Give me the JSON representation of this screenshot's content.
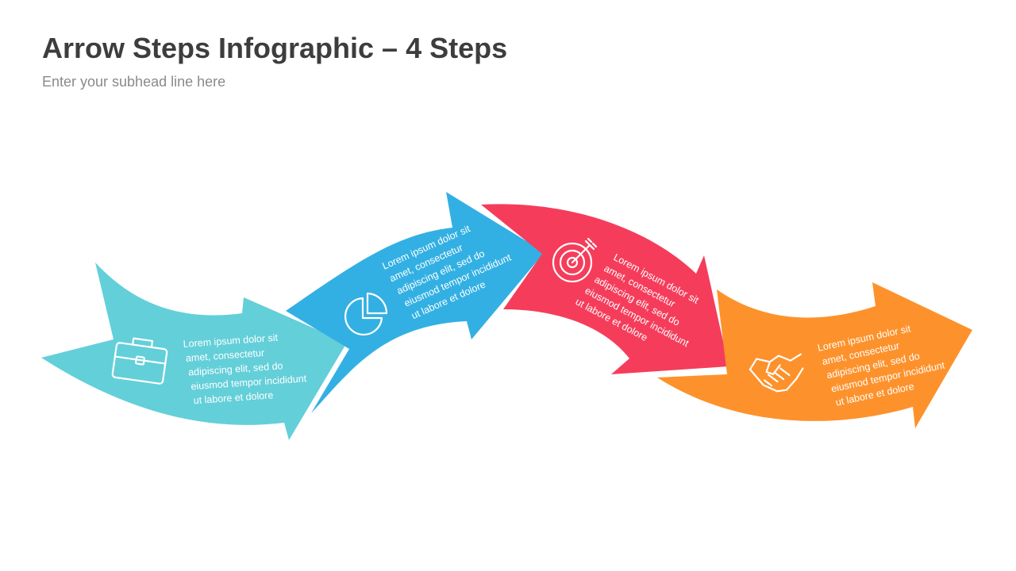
{
  "header": {
    "title": "Arrow Steps Infographic – 4 Steps",
    "subtitle": "Enter your subhead line here"
  },
  "steps": [
    {
      "icon": "briefcase-icon",
      "color": "#63cfd9",
      "lines": [
        "Lorem ipsum dolor sit",
        "amet, consectetur",
        "adipiscing elit, sed do",
        "eiusmod tempor incididunt",
        "ut labore et dolore"
      ]
    },
    {
      "icon": "pie-chart-icon",
      "color": "#33b0e3",
      "lines": [
        "Lorem ipsum dolor sit",
        "amet, consectetur",
        "adipiscing elit, sed do",
        "eiusmod tempor incididunt",
        "ut labore et dolore"
      ]
    },
    {
      "icon": "target-icon",
      "color": "#f53d5b",
      "lines": [
        "Lorem ipsum dolor sit",
        "amet, consectetur",
        "adipiscing elit, sed do",
        "eiusmod tempor incididunt",
        "ut labore et dolore"
      ]
    },
    {
      "icon": "handshake-icon",
      "color": "#fd922c",
      "lines": [
        "Lorem ipsum dolor sit",
        "amet, consectetur",
        "adipiscing elit, sed do",
        "eiusmod tempor incididunt",
        "ut labore et dolore"
      ]
    }
  ]
}
